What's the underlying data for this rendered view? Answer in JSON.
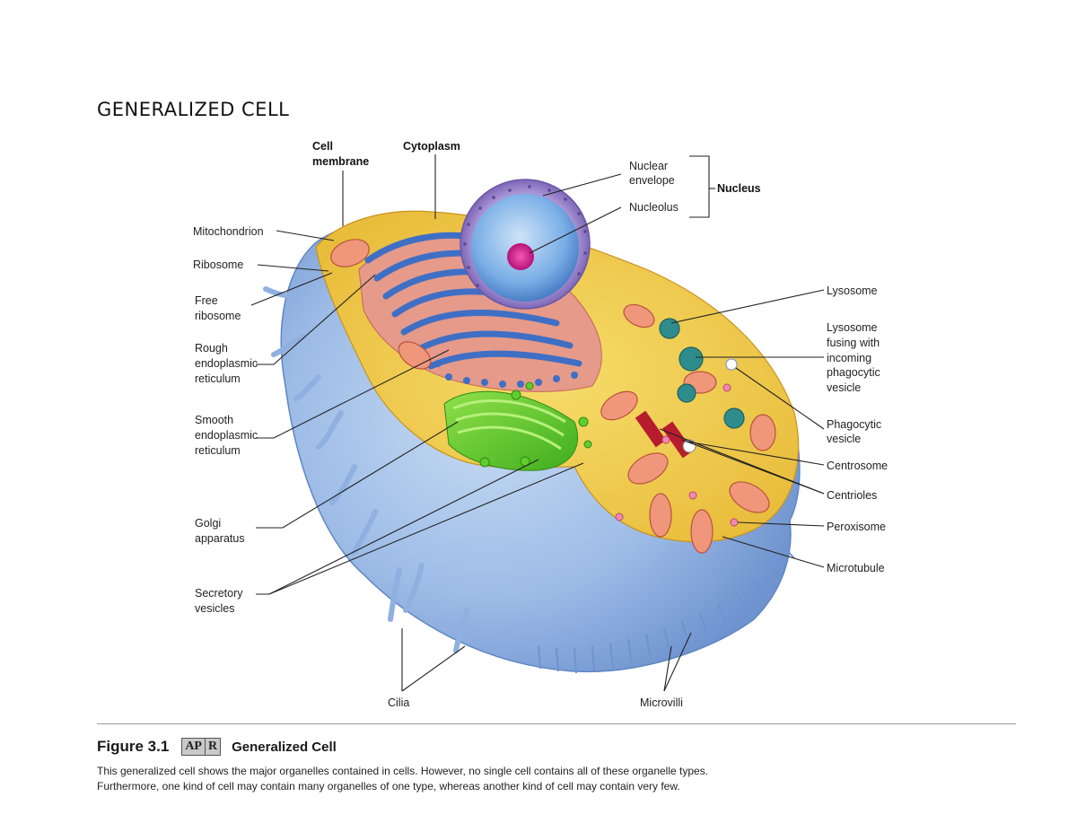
{
  "page_title": "GENERALIZED CELL",
  "labels": {
    "cell_membrane_1": "Cell",
    "cell_membrane_2": "membrane",
    "cytoplasm": "Cytoplasm",
    "nuclear_envelope_1": "Nuclear",
    "nuclear_envelope_2": "envelope",
    "nucleolus": "Nucleolus",
    "nucleus": "Nucleus",
    "mitochondrion": "Mitochondrion",
    "ribosome": "Ribosome",
    "free_ribosome_1": "Free",
    "free_ribosome_2": "ribosome",
    "rough_er_1": "Rough",
    "rough_er_2": "endoplasmic",
    "rough_er_3": "reticulum",
    "smooth_er_1": "Smooth",
    "smooth_er_2": "endoplasmic",
    "smooth_er_3": "reticulum",
    "golgi_1": "Golgi",
    "golgi_2": "apparatus",
    "secretory_1": "Secretory",
    "secretory_2": "vesicles",
    "cilia": "Cilia",
    "microvilli": "Microvilli",
    "lysosome": "Lysosome",
    "lysosome_fusing_1": "Lysosome",
    "lysosome_fusing_2": "fusing with",
    "lysosome_fusing_3": "incoming",
    "lysosome_fusing_4": "phagocytic",
    "lysosome_fusing_5": "vesicle",
    "phagocytic_1": "Phagocytic",
    "phagocytic_2": "vesicle",
    "centrosome": "Centrosome",
    "centrioles": "Centrioles",
    "peroxisome": "Peroxisome",
    "microtubule": "Microtubule"
  },
  "figure": {
    "number": "Figure 3.1",
    "badge_left": "AP",
    "badge_right": "R",
    "title": "Generalized Cell",
    "caption_line1": "This generalized cell shows the major organelles contained in cells. However, no single cell contains all of these organelle types.",
    "caption_line2": "Furthermore, one kind of cell may contain many organelles of one type, whereas another kind of cell may contain very few."
  }
}
